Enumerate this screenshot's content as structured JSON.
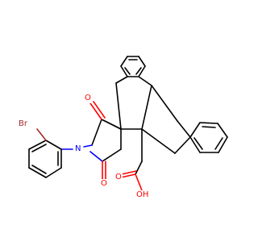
{
  "atom_labels": {
    "br": "Br",
    "n": "N",
    "o_top": "O",
    "o_bottom": "O",
    "o_acid": "O",
    "oh": "OH"
  },
  "colors": {
    "bond": "#000000",
    "oxygen": "#ff0000",
    "nitrogen": "#0000ff",
    "bromine": "#a52a2a",
    "background": "#ffffff"
  }
}
